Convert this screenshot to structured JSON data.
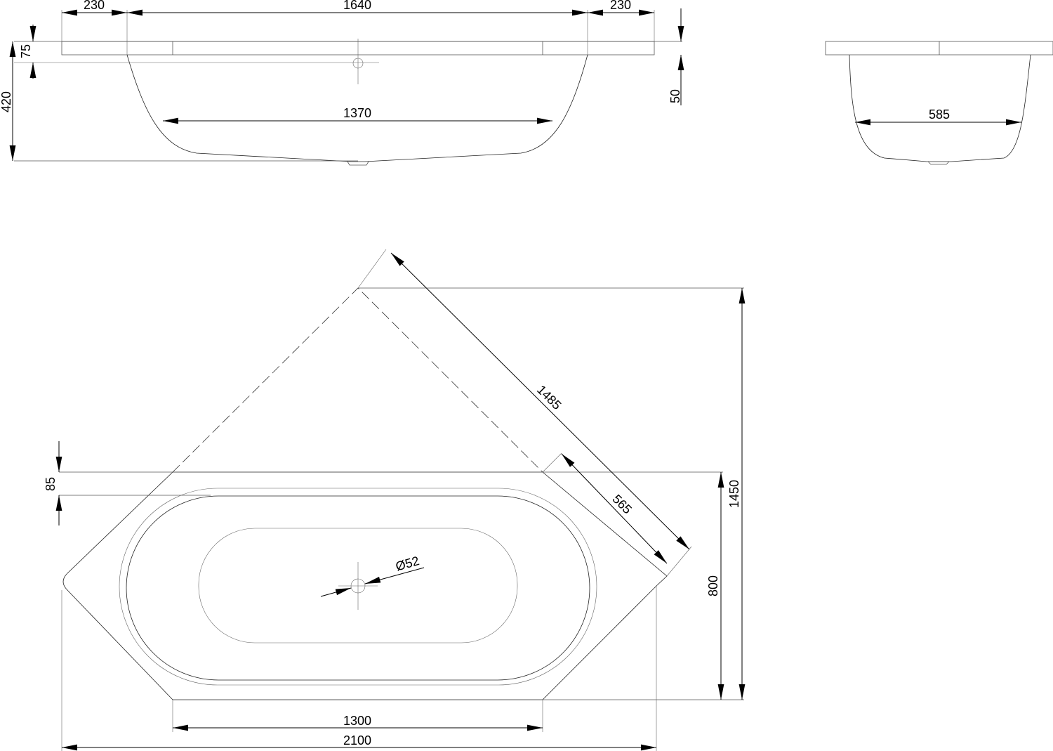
{
  "drawing": {
    "front_view": {
      "dims": {
        "rim_left": "230",
        "inner_length": "1640",
        "rim_right": "230",
        "rim_height": "75",
        "total_height": "420",
        "overflow_offset": "50",
        "bottom_length": "1370"
      }
    },
    "side_view": {
      "dims": {
        "bottom_width": "585"
      }
    },
    "plan_view": {
      "dims": {
        "diagonal": "1485",
        "diagonal_depth": "565",
        "drain_diameter": "Ø52",
        "rim_offset": "85",
        "total_depth": "1450",
        "front_depth": "800",
        "front_edge": "1300",
        "total_width": "2100"
      }
    }
  }
}
